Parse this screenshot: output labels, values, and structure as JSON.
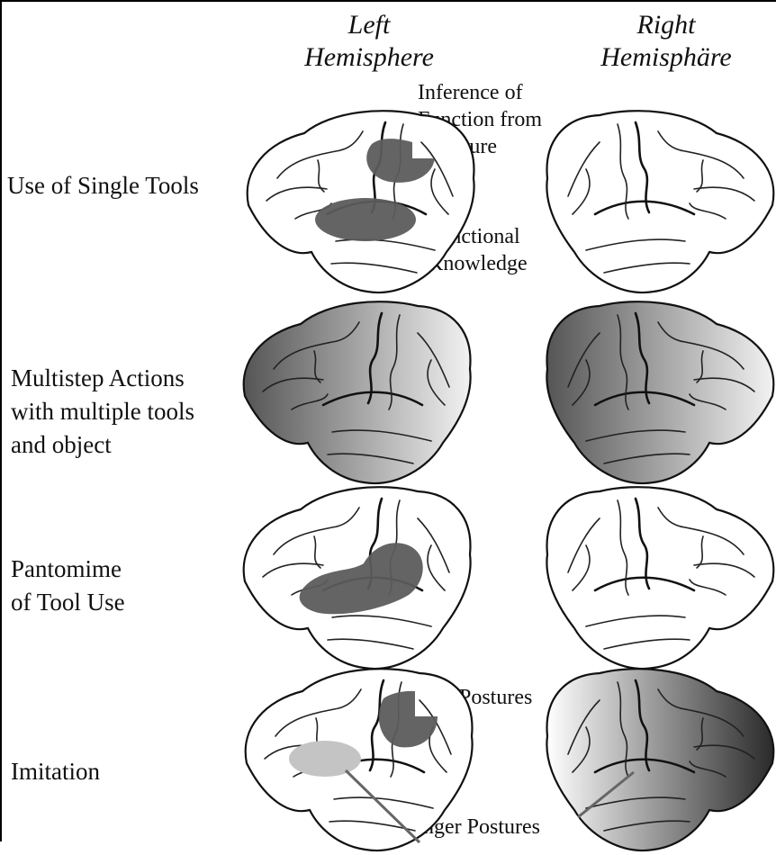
{
  "headers": {
    "left": "Left\nHemisphere",
    "right": "Right\nHemisphäre"
  },
  "rows": [
    {
      "label": "Use of Single Tools",
      "annotations": [
        "Inference of\nFunction from\nStructure",
        "Functional\nKnowledge"
      ]
    },
    {
      "label": "Multistep Actions\nwith multiple tools\nand object",
      "annotations": []
    },
    {
      "label": "Pantomime\nof Tool Use",
      "annotations": []
    },
    {
      "label": "Imitation",
      "annotations": [
        "Hand Postures",
        "Finger Postures"
      ]
    }
  ],
  "colors": {
    "dark_region": "#5c5c5c",
    "light_region": "#c4c4c4",
    "outline": "#111111"
  }
}
